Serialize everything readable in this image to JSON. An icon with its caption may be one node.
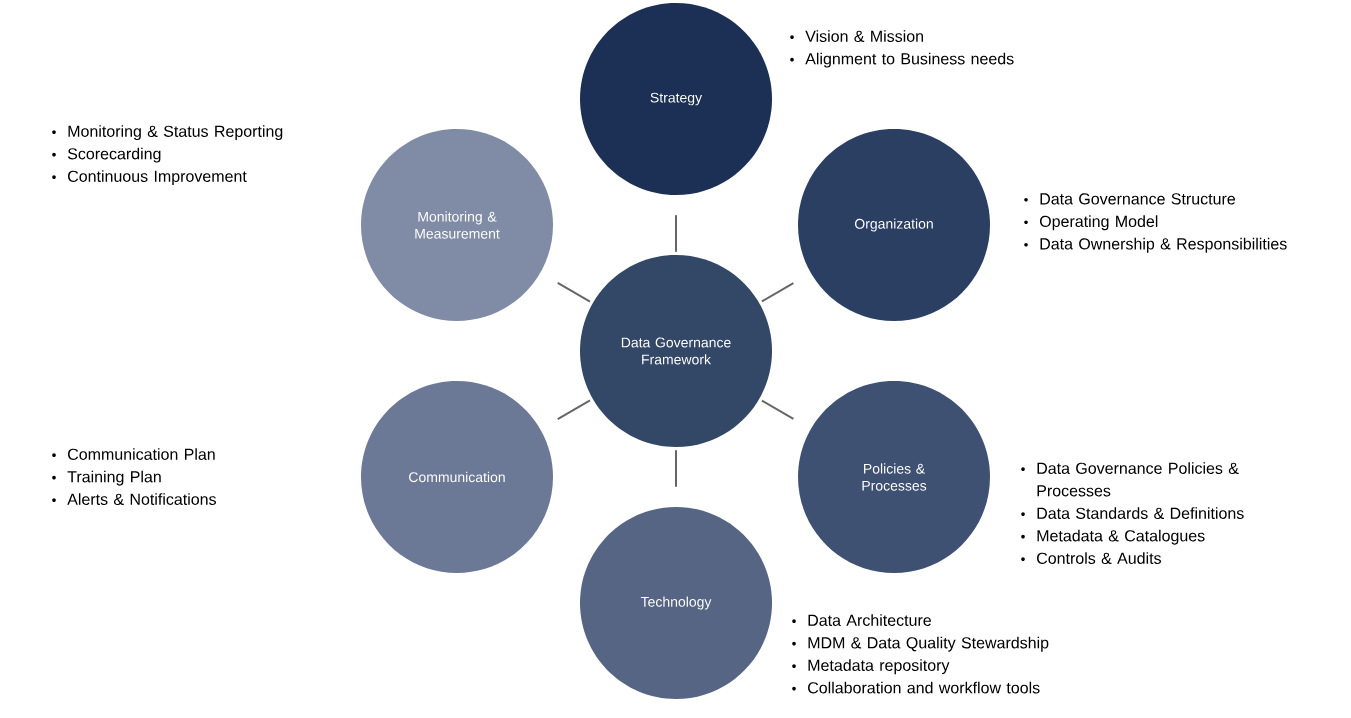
{
  "diagram": {
    "nodes": [
      {
        "text": [
          "Data Governance Framework"
        ]
      },
      {
        "text": [
          "Strategy"
        ],
        "beside": [
          "Vision & Mission",
          "Alignment to Business needs"
        ]
      },
      {
        "text": [
          "Organization"
        ],
        "beside": [
          "Data Governance Structure",
          "Operating Model",
          "Data Ownership & Responsibilities"
        ]
      },
      {
        "text": [
          "Policies & Processes"
        ],
        "beside": [
          "Data Governance Policies & Processes",
          "Data Standards & Definitions",
          "Metadata & Catalogues",
          "Controls & Audits"
        ]
      },
      {
        "text": [
          "Technology"
        ],
        "beside": [
          "Data Architecture",
          "MDM & Data Quality Stewardship",
          "Metadata repository",
          "Collaboration and workflow tools"
        ]
      },
      {
        "text": [
          "Communication"
        ],
        "beside": [
          "Communication Plan",
          "Training Plan",
          "Alerts & Notifications"
        ]
      },
      {
        "text": [
          "Monitoring & Measurement"
        ],
        "beside": [
          "Monitoring & Status Reporting",
          "Scorecarding",
          "Continuous Improvement"
        ]
      }
    ],
    "edges": [
      {
        "from": 0,
        "to": 1,
        "arrow": "none"
      },
      {
        "from": 0,
        "to": 2,
        "arrow": "none"
      },
      {
        "from": 0,
        "to": 3,
        "arrow": "none"
      },
      {
        "from": 0,
        "to": 4,
        "arrow": "none"
      },
      {
        "from": 0,
        "to": 5,
        "arrow": "none"
      },
      {
        "from": 0,
        "to": 6,
        "arrow": "none"
      }
    ]
  }
}
